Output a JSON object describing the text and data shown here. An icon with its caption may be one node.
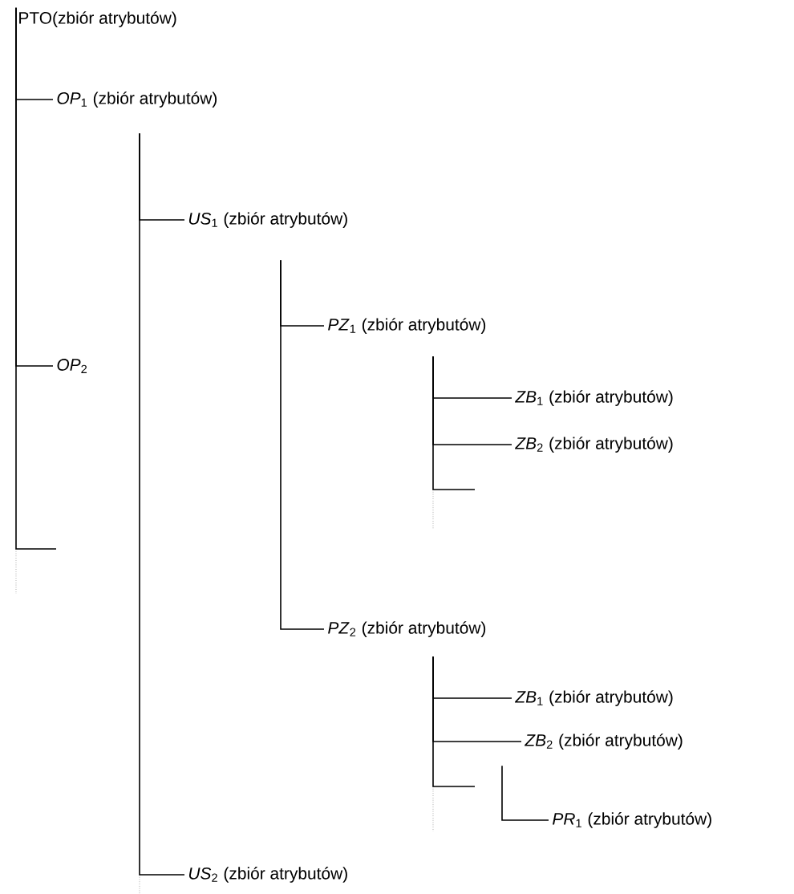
{
  "diagram": {
    "nodes": [
      {
        "text": [
          "PTO(zbiór atrybutów)"
        ]
      },
      {
        "text": [
          "*OP*$_{1}$ (zbiór atrybutów)"
        ]
      },
      {
        "text": [
          "*US*$_{1}$ (zbiór atrybutów)"
        ]
      },
      {
        "text": [
          "*PZ*$_{1}$ (zbiór atrybutów)"
        ]
      },
      {
        "text": [
          "*OP*$_{2}$"
        ]
      },
      {
        "text": [
          "*ZB*$_{1}$ (zbiór atrybutów)"
        ]
      },
      {
        "text": [
          "*ZB*$_{2}$ (zbiór atrybutów)"
        ]
      },
      {
        "text": [
          "*PZ*$_{2}$ (zbiór atrybutów)"
        ]
      },
      {
        "text": [
          "*ZB*$_{1}$ (zbiór atrybutów)"
        ]
      },
      {
        "text": [
          "*ZB*$_{2}$ (zbiór atrybutów)"
        ]
      },
      {
        "text": [
          "*PR*$_{1}$ (zbiór atrybutów)"
        ]
      },
      {
        "text": [
          "*US*$_{2}$ (zbiór atrybutów)"
        ]
      }
    ],
    "edges": [
      {
        "from": 0,
        "to": 1,
        "arrow": "none"
      },
      {
        "from": 0,
        "to": 4,
        "arrow": "none"
      },
      {
        "from": 0,
        "to": null,
        "arrow": "none"
      },
      {
        "from": 1,
        "to": 2,
        "arrow": "none"
      },
      {
        "from": 1,
        "to": 11,
        "arrow": "none"
      },
      {
        "from": 2,
        "to": 3,
        "arrow": "none"
      },
      {
        "from": 2,
        "to": 7,
        "arrow": "none"
      },
      {
        "from": 3,
        "to": 5,
        "arrow": "none"
      },
      {
        "from": 3,
        "to": 6,
        "arrow": "none"
      },
      {
        "from": 3,
        "to": null,
        "arrow": "none"
      },
      {
        "from": 7,
        "to": 8,
        "arrow": "none"
      },
      {
        "from": 7,
        "to": 9,
        "arrow": "none"
      },
      {
        "from": 7,
        "to": null,
        "arrow": "none"
      },
      {
        "from": 9,
        "to": 10,
        "arrow": "none"
      }
    ]
  }
}
